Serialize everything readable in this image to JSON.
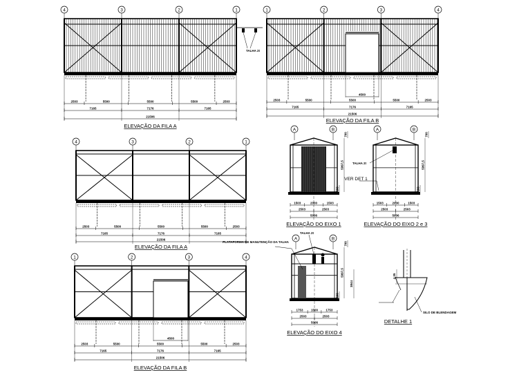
{
  "hoist_label": "TALHA 2t",
  "views": {
    "fila_a_top": {
      "title": "ELEVAÇÃO DA FILA A",
      "grid": [
        "4",
        "3",
        "2",
        "1"
      ],
      "dims_row1": [
        "2503",
        "5500",
        "5500",
        "5500",
        "2503"
      ],
      "dims_row2": [
        "7165",
        "7176",
        "7165"
      ],
      "total": "21506"
    },
    "fila_b_top": {
      "title": "ELEVAÇÃO DA FILA B",
      "grid": [
        "1",
        "2",
        "3",
        "4"
      ],
      "door_width": "4500",
      "dims_row1": [
        "2503",
        "5500",
        "5500",
        "5500",
        "2503"
      ],
      "dims_row2": [
        "7165",
        "7176",
        "7165"
      ],
      "total": "21506"
    },
    "fila_a_mid": {
      "title": "ELEVAÇÃO DA FILA A",
      "grid": [
        "4",
        "3",
        "2",
        "1"
      ],
      "dims_row1": [
        "2503",
        "5500",
        "5500",
        "5500",
        "2503"
      ],
      "dims_row2": [
        "7165",
        "7176",
        "7165"
      ],
      "total": "21506"
    },
    "fila_b_bottom": {
      "title": "ELEVAÇÃO DA FILA B",
      "grid": [
        "1",
        "2",
        "3",
        "4"
      ],
      "door_width": "4500",
      "dims_row1": [
        "2503",
        "5500",
        "5500",
        "5500",
        "2503"
      ],
      "dims_row2": [
        "7165",
        "7176",
        "7165"
      ],
      "total": "21506"
    },
    "eixo_1": {
      "title": "ELEVAÇÃO DO EIXO 1",
      "grid": [
        "A",
        "B"
      ],
      "dims_row1": [
        "1503",
        "2000",
        "1503"
      ],
      "dims_row2": [
        "2503",
        "2503"
      ],
      "total": "5006",
      "height": "5997,5",
      "top": "700",
      "base": "200"
    },
    "eixo_2_3": {
      "title": "ELEVAÇÃO DO EIXO 2 e 3",
      "grid": [
        "A",
        "B"
      ],
      "dims_row1": [
        "1503",
        "2000",
        "1503"
      ],
      "dims_row2": [
        "2503",
        "2503"
      ],
      "total": "5006",
      "height": "5997,5",
      "top": "700",
      "base": "200",
      "note": "VER DET 1"
    },
    "eixo_4": {
      "title": "ELEVAÇÃO DO EIXO 4",
      "grid": [
        "A",
        "B"
      ],
      "dims_row1": [
        "1753",
        "1500",
        "1753"
      ],
      "dims_row2": [
        "2503",
        "2503"
      ],
      "total": "5006",
      "height": "5997,5",
      "platform_height": "3844",
      "top": "700",
      "base": "200",
      "platform_label": "PLATAFORMA DE MANUTENÇÃO DA TALHA"
    },
    "detalhe_1": {
      "title": "DETALHE 1",
      "label": "SILO DE BLENDAGEM",
      "dim": "4,35"
    }
  }
}
